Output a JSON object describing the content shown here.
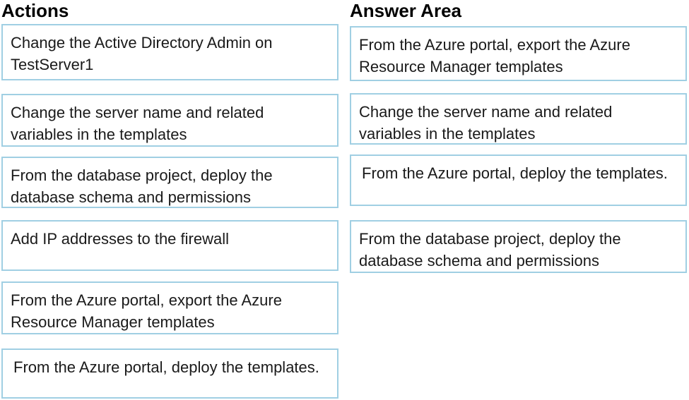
{
  "page": {
    "actions": {
      "title": "Actions",
      "items": [
        "Change the Active Directory Admin on TestServer1",
        "Change the server name and related variables in the templates",
        "From the database project, deploy the database schema and permissions",
        "Add IP addresses to the firewall",
        "From the Azure portal, export the Azure Resource Manager templates",
        "From the Azure portal, deploy the templates."
      ]
    },
    "answer_area": {
      "title": "Answer Area",
      "items": [
        "From the Azure portal, export the Azure Resource Manager templates",
        "Change the server name and related variables in the templates",
        "From the Azure portal, deploy the templates.",
        "From the database project, deploy the database schema and permissions"
      ]
    },
    "colors": {
      "box_border": "#a0cfe3",
      "box_background": "#ffffff",
      "text": "#1a1a1a",
      "heading": "#000000"
    }
  }
}
